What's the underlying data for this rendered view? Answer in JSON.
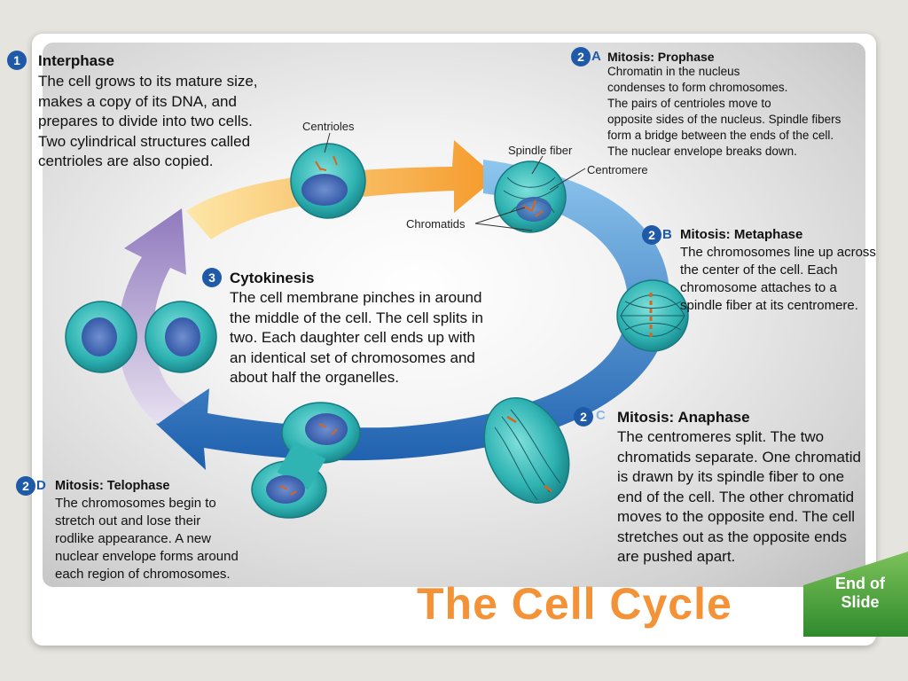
{
  "title": "The Cell Cycle",
  "end_button": {
    "line1": "End of",
    "line2": "Slide"
  },
  "interphase": {
    "badge": "1",
    "heading": "Interphase",
    "lines": [
      "The cell grows to its mature size,",
      "makes a copy of its DNA, and",
      "prepares to divide into two cells.",
      "Two cylindrical structures called",
      "centrioles are also copied."
    ]
  },
  "prophase": {
    "badge": "2",
    "letter": "A",
    "heading": "Mitosis: Prophase",
    "lines": [
      "Chromatin in the nucleus",
      "condenses to form chromosomes.",
      "The pairs of centrioles move to",
      "opposite sides of the nucleus. Spindle fibers",
      "form a bridge between the ends of the cell.",
      "The nuclear envelope breaks down."
    ]
  },
  "metaphase": {
    "badge": "2",
    "letter": "B",
    "heading": "Mitosis: Metaphase",
    "lines": [
      "The chromosomes line up across",
      "the center of the cell. Each",
      "chromosome attaches to a",
      "spindle fiber at its centromere."
    ]
  },
  "anaphase": {
    "badge": "2",
    "letter": "C",
    "heading": "Mitosis: Anaphase",
    "lines": [
      "The centromeres split. The two",
      "chromatids separate. One chromatid",
      "is drawn by its spindle fiber to one",
      "end of the cell. The other chromatid",
      "moves to the opposite end. The cell",
      "stretches out as the opposite ends",
      "are pushed apart."
    ]
  },
  "telophase": {
    "badge": "2",
    "letter": "D",
    "heading": "Mitosis: Telophase",
    "lines": [
      "The chromosomes begin to",
      "stretch out and lose their",
      "rodlike appearance. A new",
      "nuclear envelope forms around",
      "each region of chromosomes."
    ]
  },
  "cytokinesis": {
    "badge": "3",
    "heading": "Cytokinesis",
    "lines": [
      "The cell membrane pinches in around",
      "the middle of the cell. The cell splits in",
      "two. Each daughter cell ends up with",
      "an identical set of chromosomes and",
      "about half the organelles."
    ]
  },
  "labels": {
    "centrioles": "Centrioles",
    "spindle_fiber": "Spindle fiber",
    "centromere": "Centromere",
    "chromatids": "Chromatids"
  },
  "colors": {
    "title_orange": "#f39236",
    "badge_blue": "#1f5aa8",
    "arrow_orange": "#f7a436",
    "arrow_blue": "#2c6db5",
    "arrow_purple": "#a08cc4",
    "cell_teal": "#2fb3b3",
    "end_green": "#4fa83d"
  }
}
